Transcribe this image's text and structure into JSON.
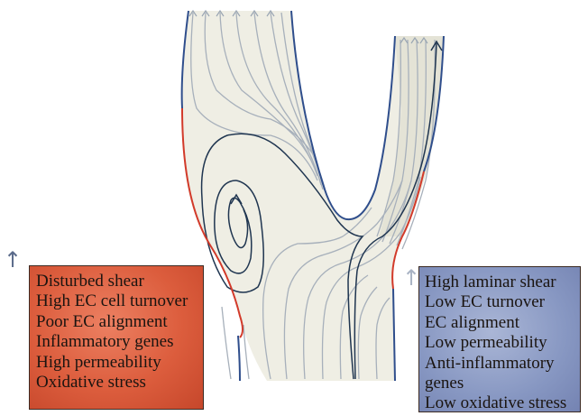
{
  "left_panel": {
    "arrow_glyph": "↑",
    "color": "#dc5d3d",
    "items": [
      "Disturbed shear",
      "High EC cell turnover",
      "Poor EC alignment",
      "Inflammatory genes",
      "High permeability",
      "Oxidative stress"
    ]
  },
  "right_panel": {
    "arrow_glyph": "↑",
    "color": "#8797c2",
    "items": [
      "High laminar shear",
      "Low EC turnover",
      "EC alignment",
      "Low permeability",
      "Anti-inflammatory",
      "genes",
      "Low oxidative stress"
    ]
  },
  "colors": {
    "vessel_fill": "#efeee4",
    "vessel_wall": "#2f4e8c",
    "disturbed_wall": "#d23a2a",
    "streamline_light": "#9aa6b3",
    "streamline_dark": "#1f3550"
  }
}
